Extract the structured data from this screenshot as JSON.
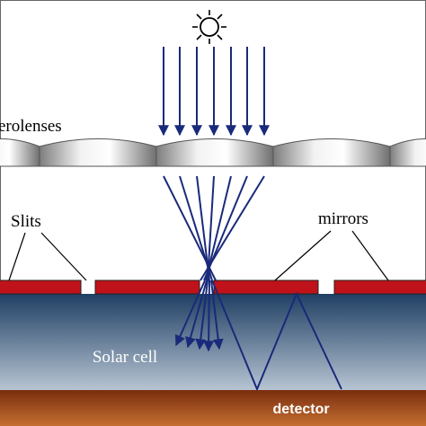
{
  "labels": {
    "microlenses": "erolenses",
    "slits": "Slits",
    "mirrors": "mirrors",
    "solar_cell": "Solar cell",
    "detector": "detector"
  },
  "colors": {
    "ray": "#1a2a7a",
    "mirror": "#c0121a",
    "mirror_stroke": "#222222",
    "cell_top": "#1f3f63",
    "cell_bottom": "#b7c4d3",
    "detector_top": "#7a2e0e",
    "detector_bottom": "#c06a2c",
    "frame": "#666666"
  },
  "icons": {
    "light_source": "sun-icon"
  }
}
